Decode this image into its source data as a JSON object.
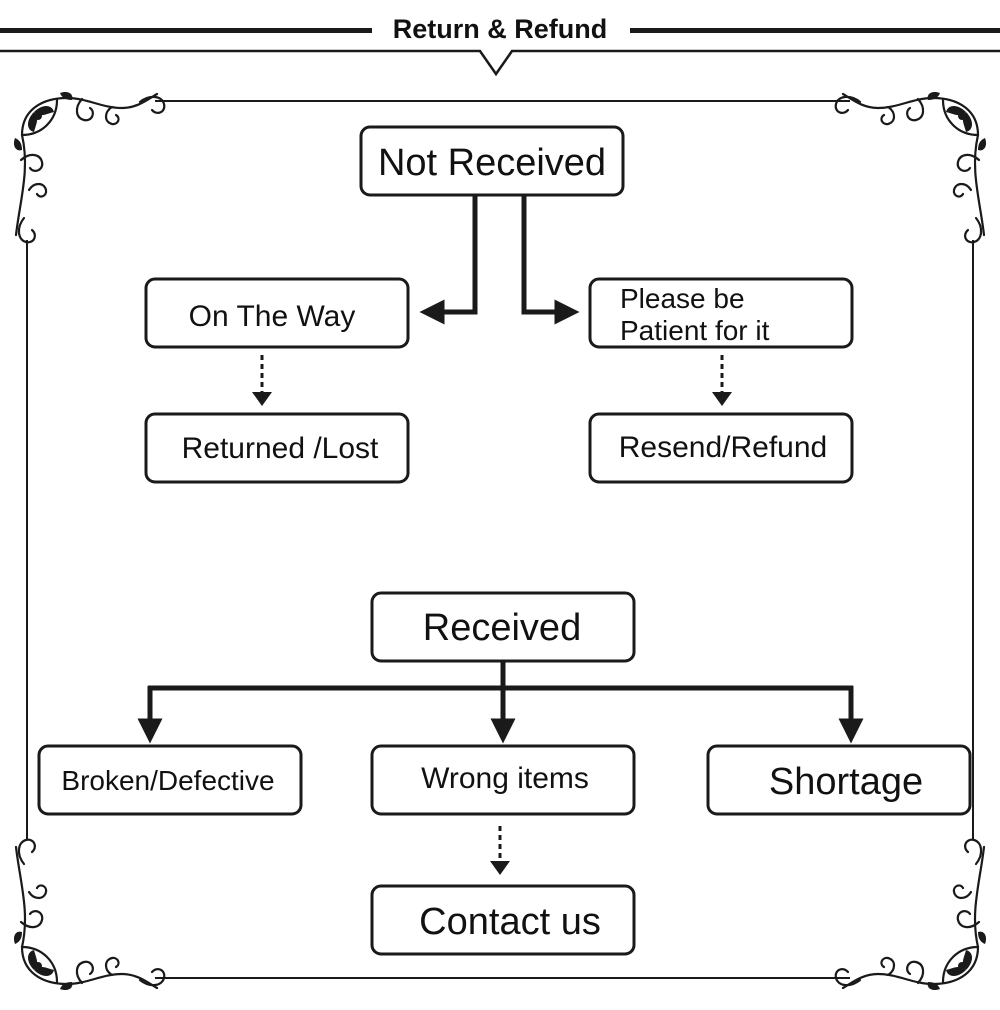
{
  "header": {
    "title": "Return & Refund"
  },
  "diagram": {
    "not_received": {
      "root": "Not Received",
      "left": "On The Way",
      "left_result": "Returned /Lost",
      "right_line1": "Please be",
      "right_line2": "Patient for it",
      "right_result": "Resend/Refund"
    },
    "received": {
      "root": "Received",
      "broken": "Broken/Defective",
      "wrong": "Wrong items",
      "shortage": "Shortage",
      "contact": "Contact us"
    }
  },
  "colors": {
    "ink": "#1a1a1a",
    "background": "#ffffff"
  }
}
